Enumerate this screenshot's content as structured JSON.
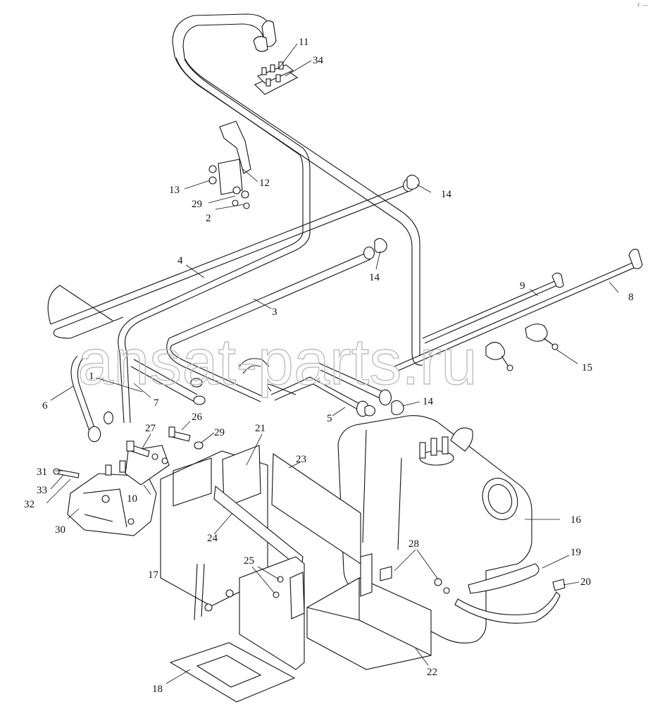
{
  "watermark": "ansat-parts.ru",
  "corner_mark": "r —",
  "callouts": {
    "c1": "1",
    "c2": "2",
    "c3": "3",
    "c4": "4",
    "c5": "5",
    "c6": "6",
    "c7": "7",
    "c8": "8",
    "c9": "9",
    "c10": "10",
    "c11": "11",
    "c12": "12",
    "c13": "13",
    "c14a": "14",
    "c14b": "14",
    "c14c": "14",
    "c15": "15",
    "c16": "16",
    "c17": "17",
    "c18": "18",
    "c19": "19",
    "c20": "20",
    "c21": "21",
    "c22": "22",
    "c23": "23",
    "c24": "24",
    "c25": "25",
    "c26": "26",
    "c27": "27",
    "c28": "28",
    "c29a": "29",
    "c29b": "29",
    "c30": "30",
    "c31": "31",
    "c32": "32",
    "c33": "33",
    "c34": "34"
  }
}
